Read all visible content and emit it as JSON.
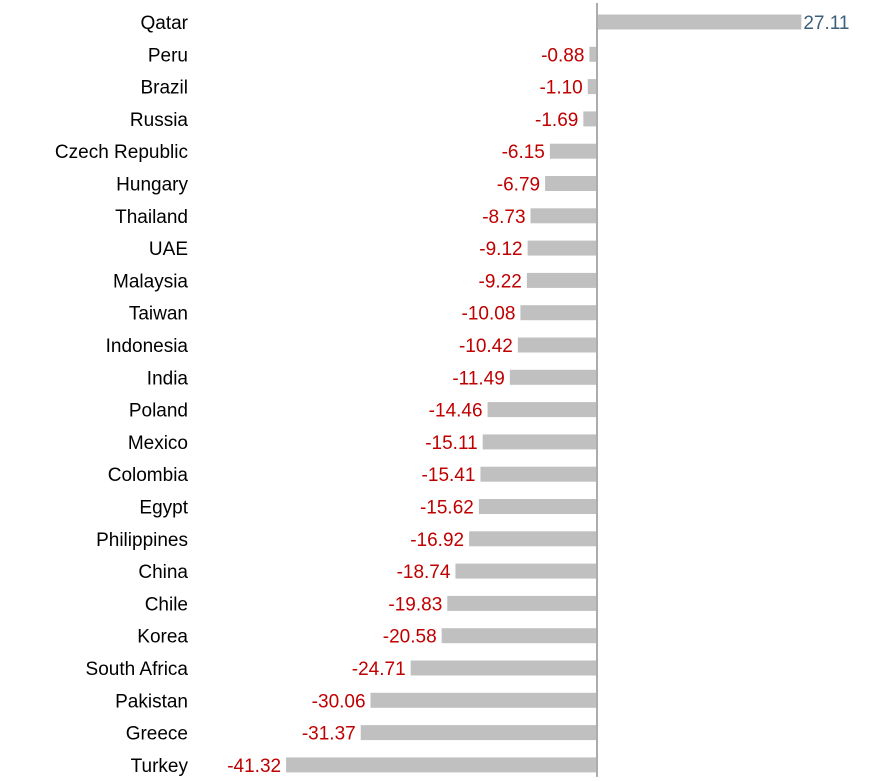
{
  "chart_data": {
    "type": "bar",
    "orientation": "horizontal",
    "categories": [
      "Qatar",
      "Peru",
      "Brazil",
      "Russia",
      "Czech Republic",
      "Hungary",
      "Thailand",
      "UAE",
      "Malaysia",
      "Taiwan",
      "Indonesia",
      "India",
      "Poland",
      "Mexico",
      "Colombia",
      "Egypt",
      "Philippines",
      "China",
      "Chile",
      "Korea",
      "South Africa",
      "Pakistan",
      "Greece",
      "Turkey"
    ],
    "values": [
      27.11,
      -0.88,
      -1.1,
      -1.69,
      -6.15,
      -6.79,
      -8.73,
      -9.12,
      -9.22,
      -10.08,
      -10.42,
      -11.49,
      -14.46,
      -15.11,
      -15.41,
      -15.62,
      -16.92,
      -18.74,
      -19.83,
      -20.58,
      -24.71,
      -30.06,
      -31.37,
      -41.32
    ],
    "value_labels": [
      "27.11",
      "-0.88",
      "-1.10",
      "-1.69",
      "-6.15",
      "-6.79",
      "-8.73",
      "-9.12",
      "-9.22",
      "-10.08",
      "-10.42",
      "-11.49",
      "-14.46",
      "-15.11",
      "-15.41",
      "-15.62",
      "-16.92",
      "-18.74",
      "-19.83",
      "-20.58",
      "-24.71",
      "-30.06",
      "-31.37",
      "-41.32"
    ],
    "xlim": [
      -41.32,
      27.11
    ],
    "grid": false,
    "legend": "none",
    "title": "",
    "xlabel": "",
    "ylabel": "",
    "colors": {
      "bar": "#c0c0c0",
      "axis": "#808080",
      "category_label": "#000000",
      "positive_label": "#3e5f79",
      "negative_label": "#c00000"
    }
  }
}
